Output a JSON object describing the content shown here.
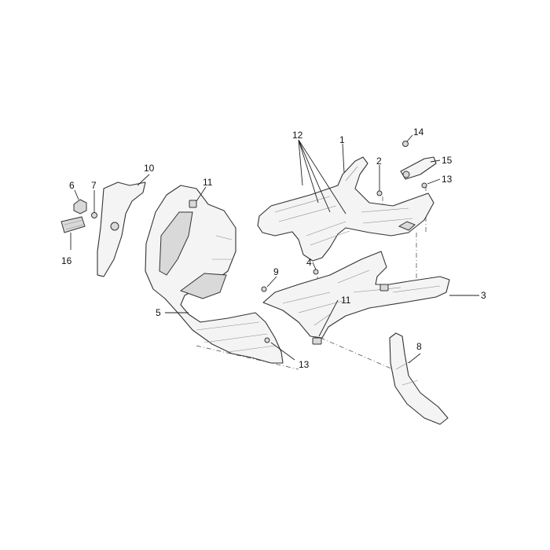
{
  "diagram": {
    "callouts": [
      {
        "id": "c1",
        "label": "1"
      },
      {
        "id": "c2",
        "label": "2"
      },
      {
        "id": "c3",
        "label": "3"
      },
      {
        "id": "c4",
        "label": "4"
      },
      {
        "id": "c5",
        "label": "5"
      },
      {
        "id": "c6",
        "label": "6"
      },
      {
        "id": "c7",
        "label": "7"
      },
      {
        "id": "c8",
        "label": "8"
      },
      {
        "id": "c9",
        "label": "9"
      },
      {
        "id": "c10",
        "label": "10"
      },
      {
        "id": "c11a",
        "label": "11"
      },
      {
        "id": "c11b",
        "label": "11"
      },
      {
        "id": "c12",
        "label": "12"
      },
      {
        "id": "c13a",
        "label": "13"
      },
      {
        "id": "c13b",
        "label": "13"
      },
      {
        "id": "c14",
        "label": "14"
      },
      {
        "id": "c15",
        "label": "15"
      },
      {
        "id": "c16",
        "label": "16"
      }
    ]
  }
}
